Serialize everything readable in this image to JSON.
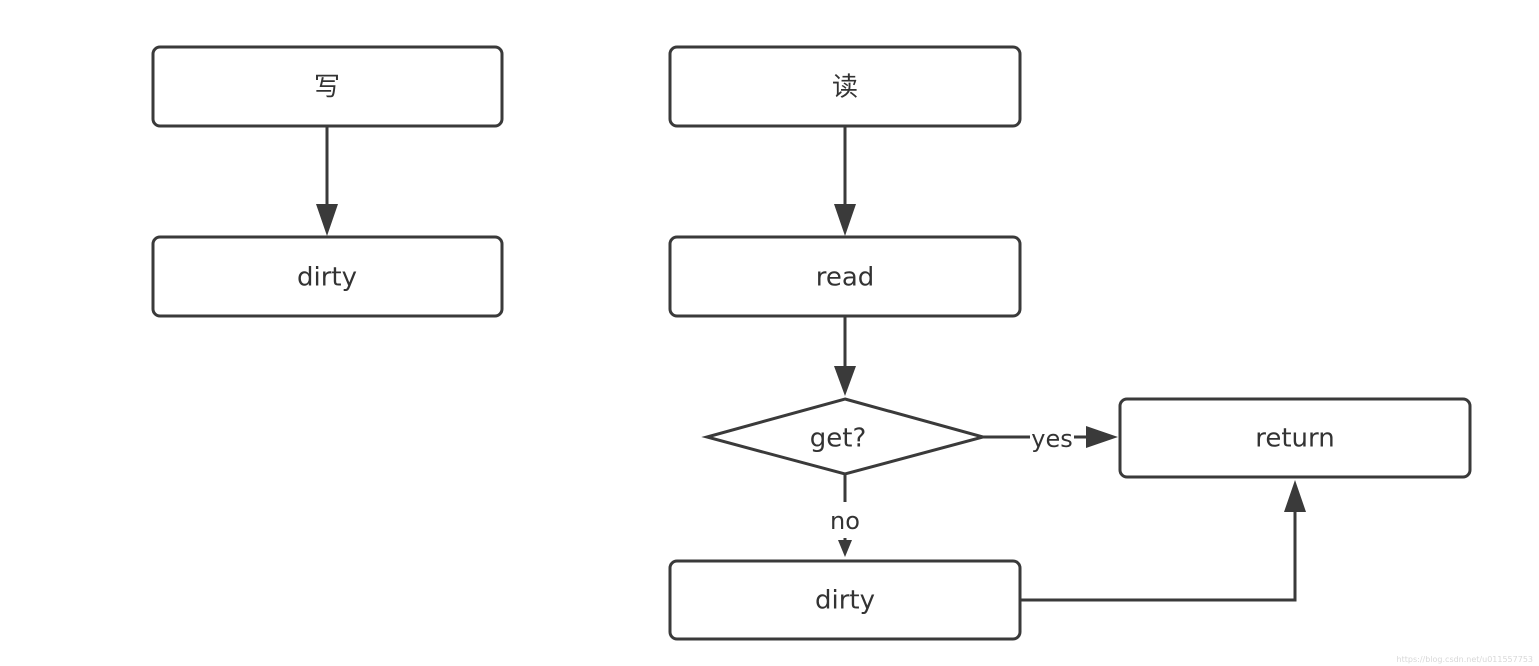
{
  "nodes": {
    "write": {
      "label": "写"
    },
    "write_dirty": {
      "label": "dirty"
    },
    "read_start": {
      "label": "读"
    },
    "read_map": {
      "label": "read"
    },
    "get_decision": {
      "label": "get?"
    },
    "return": {
      "label": "return"
    },
    "read_dirty": {
      "label": "dirty"
    }
  },
  "edges": {
    "yes_label": "yes",
    "no_label": "no"
  },
  "watermark": "https://blog.csdn.net/u011557753",
  "colors": {
    "stroke": "#3a3a3a",
    "text": "#333333",
    "background": "#ffffff"
  }
}
